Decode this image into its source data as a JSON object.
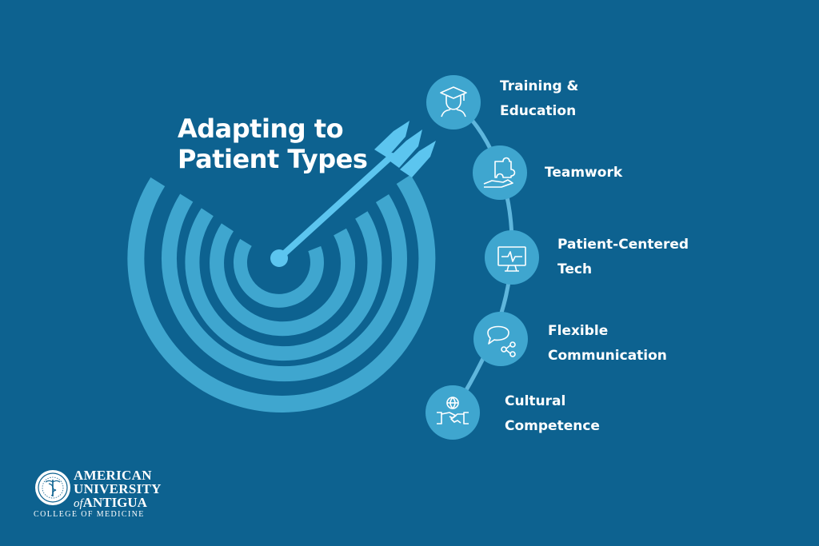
{
  "title": {
    "line1": "Adapting to",
    "line2": "Patient Types"
  },
  "colors": {
    "background": "#0d6290",
    "rings": "#3fa6cf",
    "arrow": "#5cc5ef",
    "icon_circle": "#3fa6cf",
    "connector": "#5fb6dc",
    "text": "#ffffff"
  },
  "steps": [
    {
      "icon": "graduate-icon",
      "line1": "Training &",
      "line2": "Education"
    },
    {
      "icon": "puzzle-hand-icon",
      "line1": "Teamwork",
      "line2": ""
    },
    {
      "icon": "monitor-heartbeat-icon",
      "line1": "Patient-Centered",
      "line2": "Tech"
    },
    {
      "icon": "chat-share-icon",
      "line1": "Flexible",
      "line2": "Communication"
    },
    {
      "icon": "globe-handshake-icon",
      "line1": "Cultural",
      "line2": "Competence"
    }
  ],
  "logo": {
    "line1": "AMERICAN",
    "line2": "UNIVERSITY",
    "line3_italic": "of",
    "line3": "ANTIGUA",
    "subtitle": "COLLEGE OF MEDICINE"
  }
}
